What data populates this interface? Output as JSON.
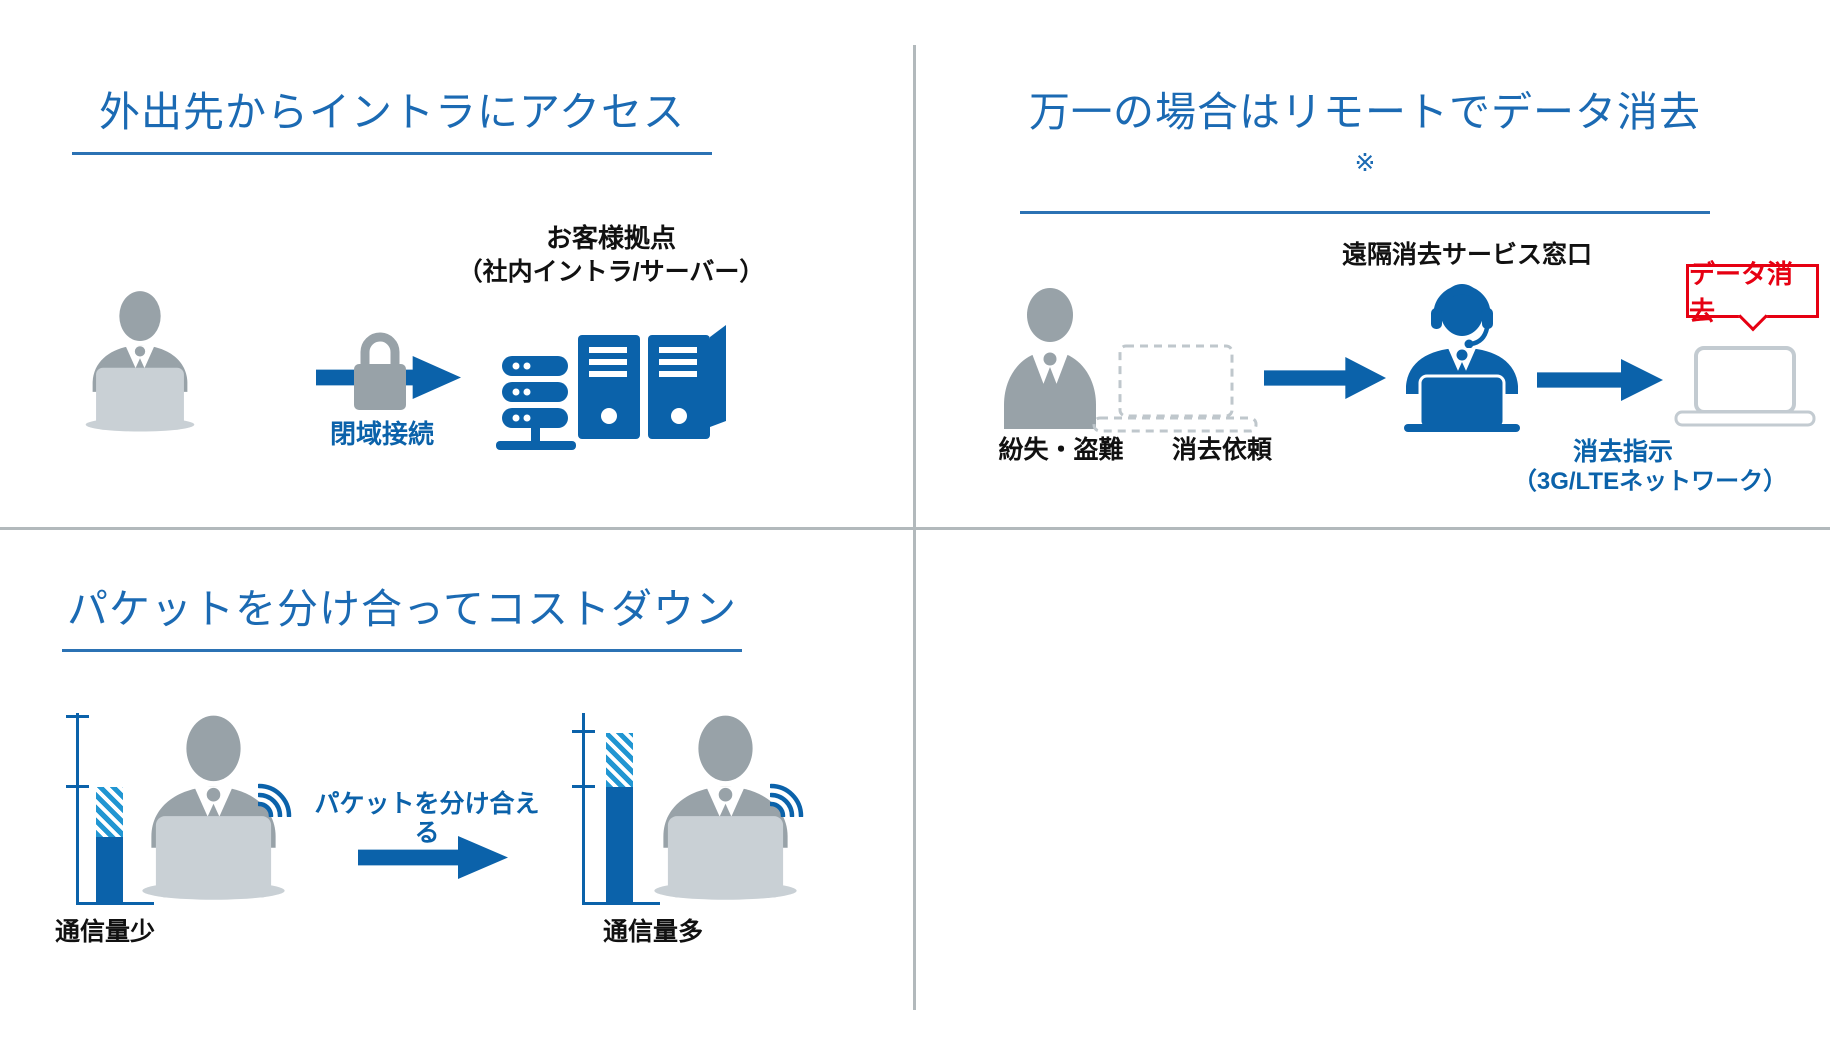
{
  "sections": {
    "intranet": {
      "title": "外出先からイントラにアクセス",
      "lock_arrow_label": "閉域接続",
      "destination_label_line1": "お客様拠点",
      "destination_label_line2": "（社内イントラ/サーバー）"
    },
    "remote_wipe": {
      "title": "万一の場合はリモートでデータ消去",
      "note_mark": "※",
      "step1_label": "紛失・盗難",
      "step2_label": "消去依頼",
      "operator_label": "遠隔消去サービス窓口",
      "step3_label": "消去指示",
      "step3_sublabel": "（3G/LTEネットワーク）",
      "callout_label": "データ消去"
    },
    "packet_share": {
      "title": "パケットを分け合ってコストダウン",
      "share_label": "パケットを分け合える",
      "low_usage_label": "通信量少",
      "high_usage_label": "通信量多"
    }
  },
  "colors": {
    "primary_blue": "#0b62aa",
    "title_blue": "#1b6ab3",
    "hatch_blue": "#2196d2",
    "person_gray": "#98a2a8",
    "device_gray": "#c9d0d5",
    "outline_gray": "#c3cbd1",
    "alert_red": "#e60012",
    "label_black": "#111111",
    "divider_gray": "#b2b9bc"
  },
  "icons": {
    "remote-worker-icon": "person-at-laptop silhouette",
    "lock-icon": "padlock on connection arrow",
    "flow-arrow-icon": "solid right arrow",
    "server-rack-icon": "stacked rack server on stand",
    "server-towers-icon": "two tower servers",
    "businessperson-icon": "suit-and-tie person silhouette",
    "lost-laptop-icon": "dashed laptop outline",
    "support-operator-icon": "operator with headset at laptop",
    "target-laptop-icon": "laptop outline",
    "wifi-icon": "wireless signal arcs"
  },
  "chart_data": {
    "type": "bar",
    "title": "パケットを分け合ってコストダウン",
    "categories": [
      "通信量少",
      "通信量多"
    ],
    "series": [
      {
        "name": "solid-used-packets",
        "values": [
          34,
          61
        ]
      },
      {
        "name": "hatched-shared-packets",
        "values": [
          27,
          28
        ]
      }
    ],
    "xlabel": "",
    "ylabel": "",
    "ylim": [
      0,
      100
    ],
    "legend_position": "none",
    "grid": false
  }
}
